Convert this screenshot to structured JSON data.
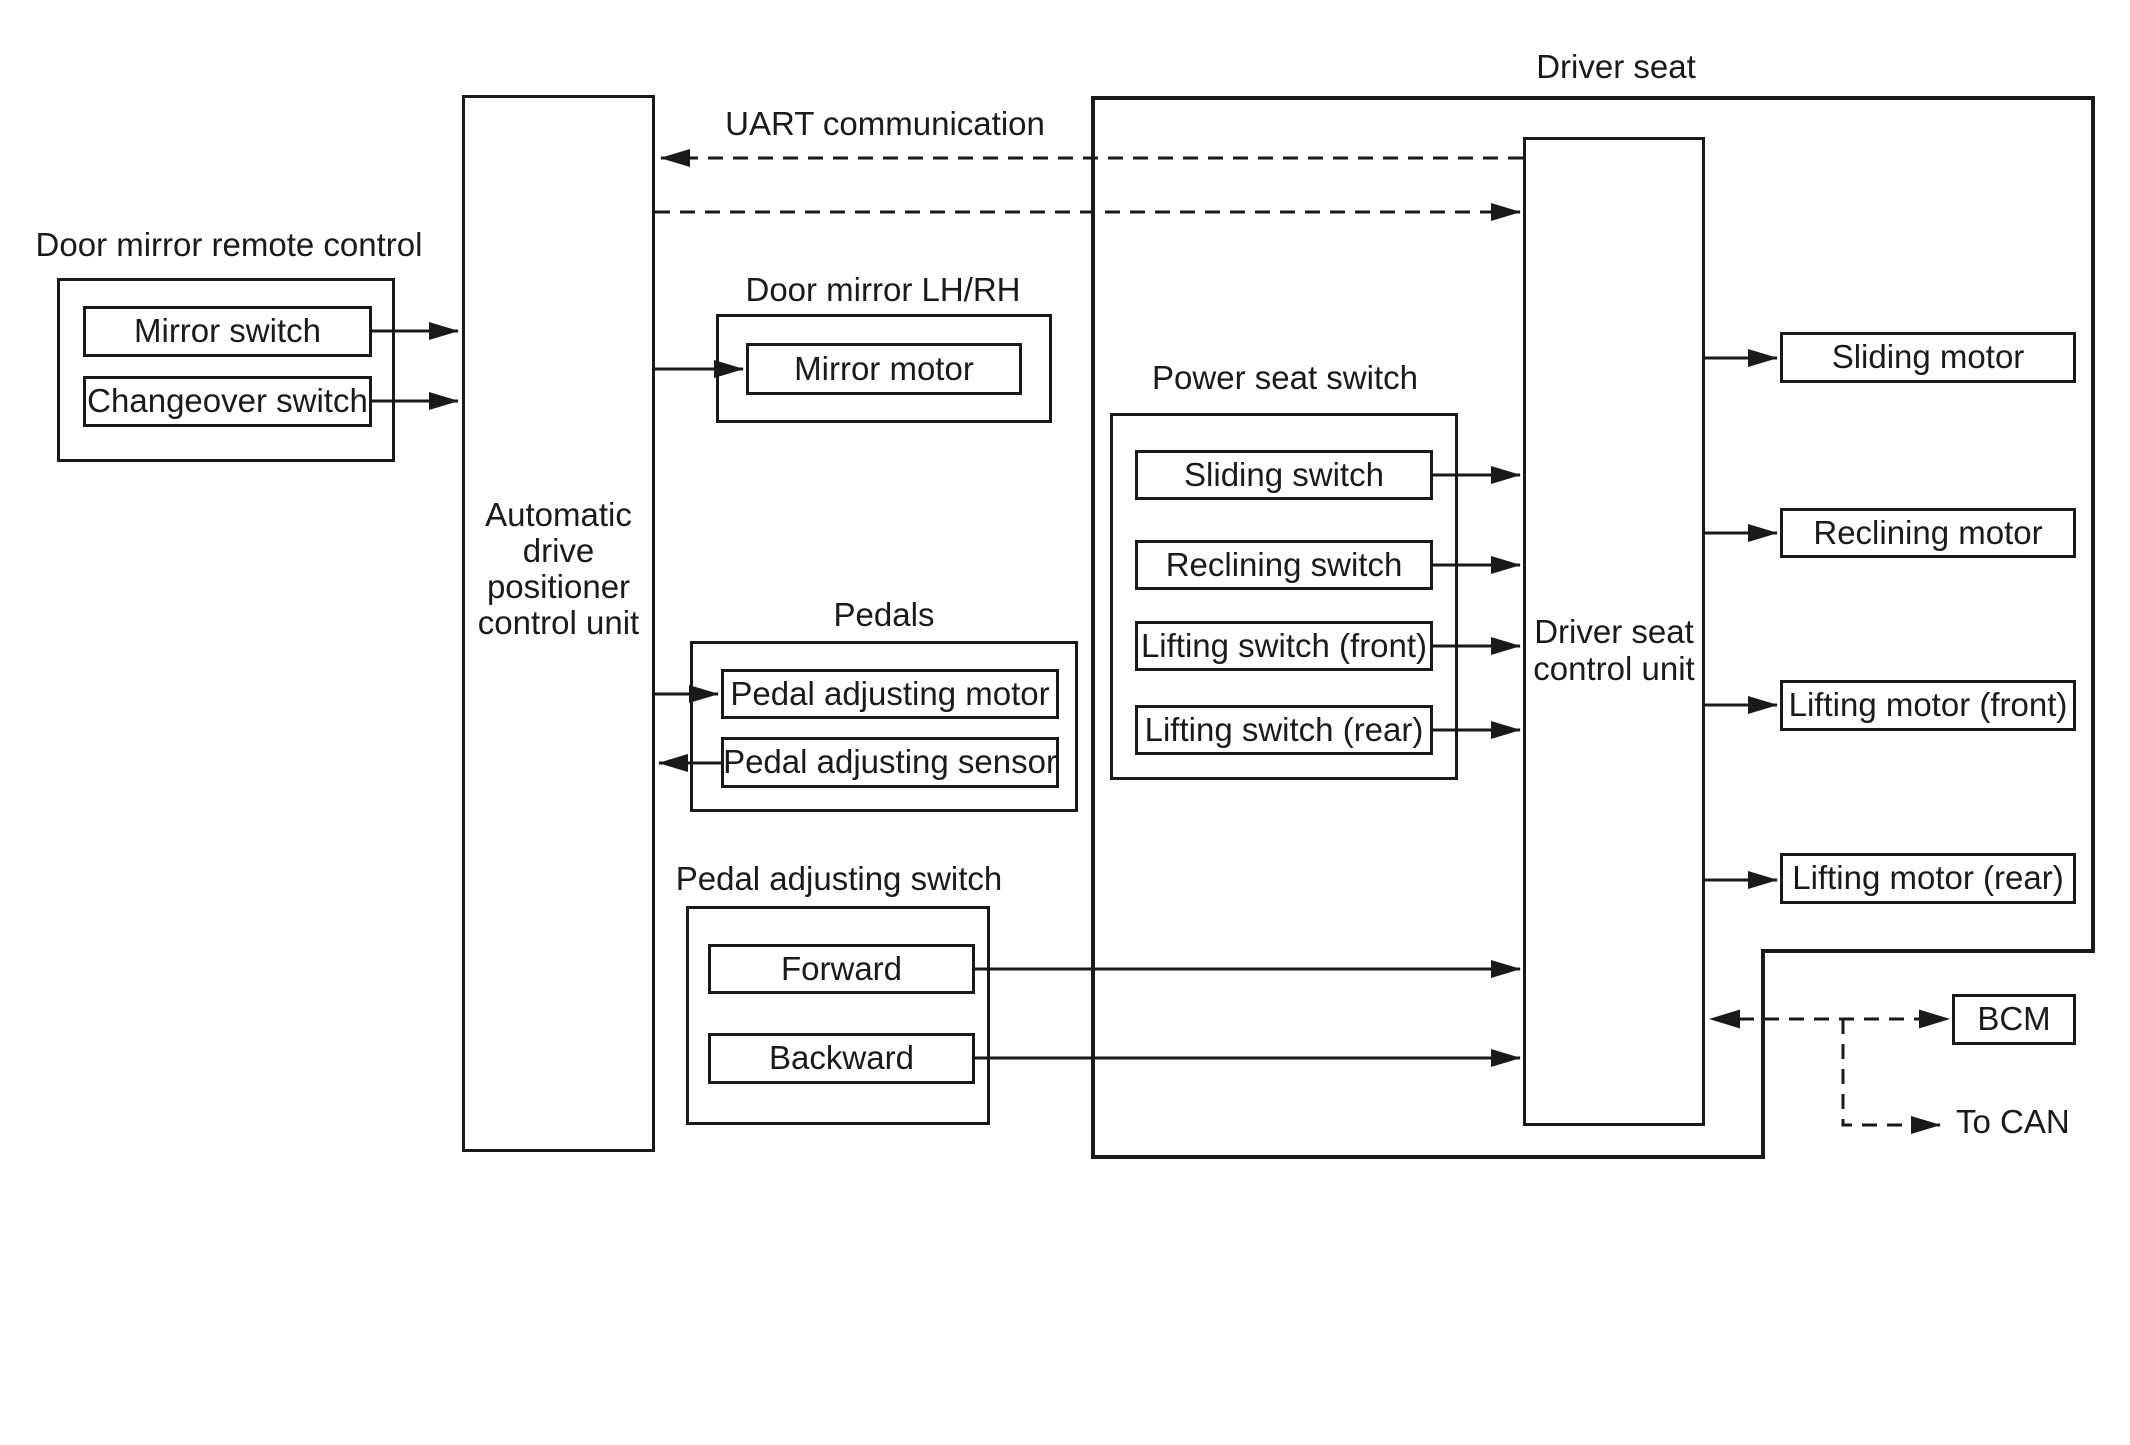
{
  "colors": {
    "ink": "#1a1a1a",
    "background": "#ffffff"
  },
  "nodes": {
    "door_mirror_remote": {
      "label": "Door mirror remote control",
      "mirror_switch": "Mirror switch",
      "changeover_switch": "Changeover switch"
    },
    "adp_unit": {
      "label": "Automatic drive positioner control unit",
      "lines": [
        "Automatic",
        "drive",
        "positioner",
        "control unit"
      ]
    },
    "uart": {
      "label": "UART communication"
    },
    "door_mirror": {
      "label": "Door mirror LH/RH",
      "mirror_motor": "Mirror motor"
    },
    "pedals": {
      "label": "Pedals",
      "motor": "Pedal adjusting motor",
      "sensor": "Pedal adjusting sensor"
    },
    "pedal_adjusting_switch": {
      "label": "Pedal adjusting switch",
      "forward": "Forward",
      "backward": "Backward"
    },
    "driver_seat": {
      "label": "Driver seat"
    },
    "power_seat_switch": {
      "label": "Power seat switch",
      "sliding": "Sliding switch",
      "reclining": "Reclining switch",
      "lifting_front": "Lifting switch (front)",
      "lifting_rear": "Lifting switch (rear)"
    },
    "driver_seat_control_unit": {
      "label": "Driver seat control unit",
      "lines": [
        "Driver seat",
        "control unit"
      ]
    },
    "motors": {
      "sliding": "Sliding motor",
      "reclining": "Reclining motor",
      "lifting_front": "Lifting motor (front)",
      "lifting_rear": "Lifting motor (rear)"
    },
    "bcm": {
      "label": "BCM"
    },
    "to_can": {
      "label": "To CAN"
    }
  }
}
